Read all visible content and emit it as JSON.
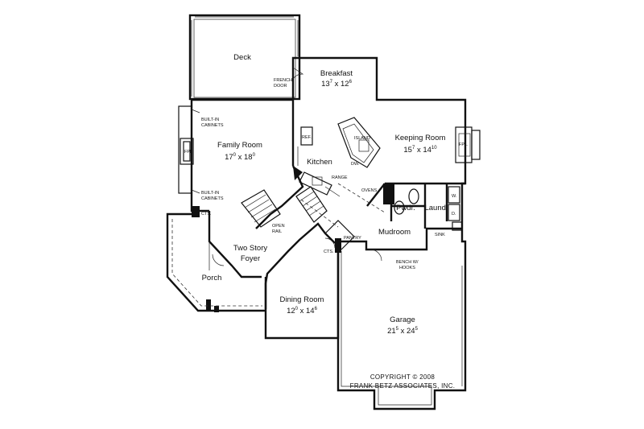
{
  "rooms": {
    "deck": {
      "name": "Deck"
    },
    "breakfast": {
      "name": "Breakfast",
      "w": "13",
      "w_in": "7",
      "d": "12",
      "d_in": "6"
    },
    "family_room": {
      "name": "Family Room",
      "w": "17",
      "w_in": "0",
      "d": "18",
      "d_in": "0"
    },
    "keeping_room": {
      "name": "Keeping Room",
      "w": "15",
      "w_in": "7",
      "d": "14",
      "d_in": "10"
    },
    "kitchen": {
      "name": "Kitchen"
    },
    "two_story_foyer": {
      "line1": "Two Story",
      "line2": "Foyer"
    },
    "porch": {
      "name": "Porch"
    },
    "dining_room": {
      "name": "Dining Room",
      "w": "12",
      "w_in": "0",
      "d": "14",
      "d_in": "6"
    },
    "garage": {
      "name": "Garage",
      "w": "21",
      "w_in": "5",
      "d": "24",
      "d_in": "5"
    },
    "mudroom": {
      "name": "Mudroom"
    },
    "powder": {
      "name": "Pwdr."
    },
    "laundry": {
      "name": "Laund."
    }
  },
  "labels": {
    "french_door_1": "FRENCH",
    "french_door_2": "DOOR",
    "builtin_top_1": "BUILT-IN",
    "builtin_top_2": "CABINETS",
    "builtin_bottom_1": "BUILT-IN",
    "builtin_bottom_2": "CABINETS",
    "fpl_left": "FPL.",
    "fpl_right": "FPL.",
    "ref": "REF.",
    "island": "ISLAND",
    "dw": "DW.",
    "range": "RANGE",
    "ovens": "OVENS",
    "cts_left": "CTS.",
    "cts_mid": "CTS.",
    "open_rail_1": "OPEN",
    "open_rail_2": "RAIL",
    "pantry": "PANTRY",
    "sink": "SINK",
    "washer": "W.",
    "dryer": "D.",
    "bench_1": "BENCH W/",
    "bench_2": "HOOKS"
  },
  "copyright": {
    "line1": "COPYRIGHT © 2008",
    "line2": "FRANK BETZ ASSOCIATES, INC."
  }
}
